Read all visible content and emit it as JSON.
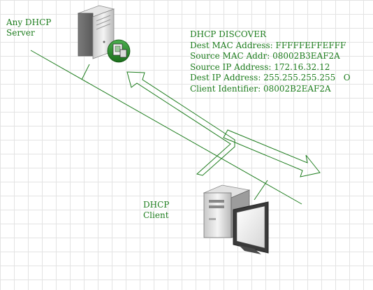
{
  "server": {
    "name_line1": "Any DHCP",
    "name_line2": "Server"
  },
  "client": {
    "name_line1": "DHCP",
    "name_line2": "Client"
  },
  "packet": {
    "title": "DHCP DISCOVER",
    "fields": [
      {
        "label": "Dest MAC Address:",
        "value": "FFFFFEFFEFFF"
      },
      {
        "label": "Source MAC Addr:",
        "value": "08002B3EAF2A"
      },
      {
        "label": "Source IP Address:",
        "value": "172.16.32.12"
      },
      {
        "label": "Dest IP Address:",
        "value": "255.255.255.255   O"
      },
      {
        "label": "Client Identifier:",
        "value": "08002B2EAF2A"
      }
    ]
  },
  "colors": {
    "accent": "#1e7d1e",
    "grid": "#e3e3e3"
  },
  "icons": {
    "server": "server-icon",
    "client": "desktop-computer-icon"
  }
}
